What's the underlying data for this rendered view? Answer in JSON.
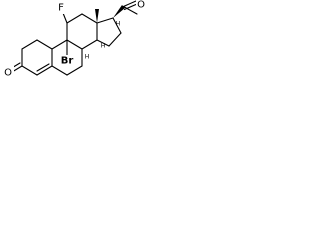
{
  "molecule": {
    "atoms": {
      "fluorine": "F",
      "bromine": "Br",
      "ketone_oxygen_a": "O",
      "ketone_oxygen_b": "O"
    },
    "stereo_h": {
      "h8": "H",
      "h14": "H",
      "h17": "H"
    },
    "colors": {
      "bond": "#000000",
      "background": "#ffffff"
    }
  }
}
